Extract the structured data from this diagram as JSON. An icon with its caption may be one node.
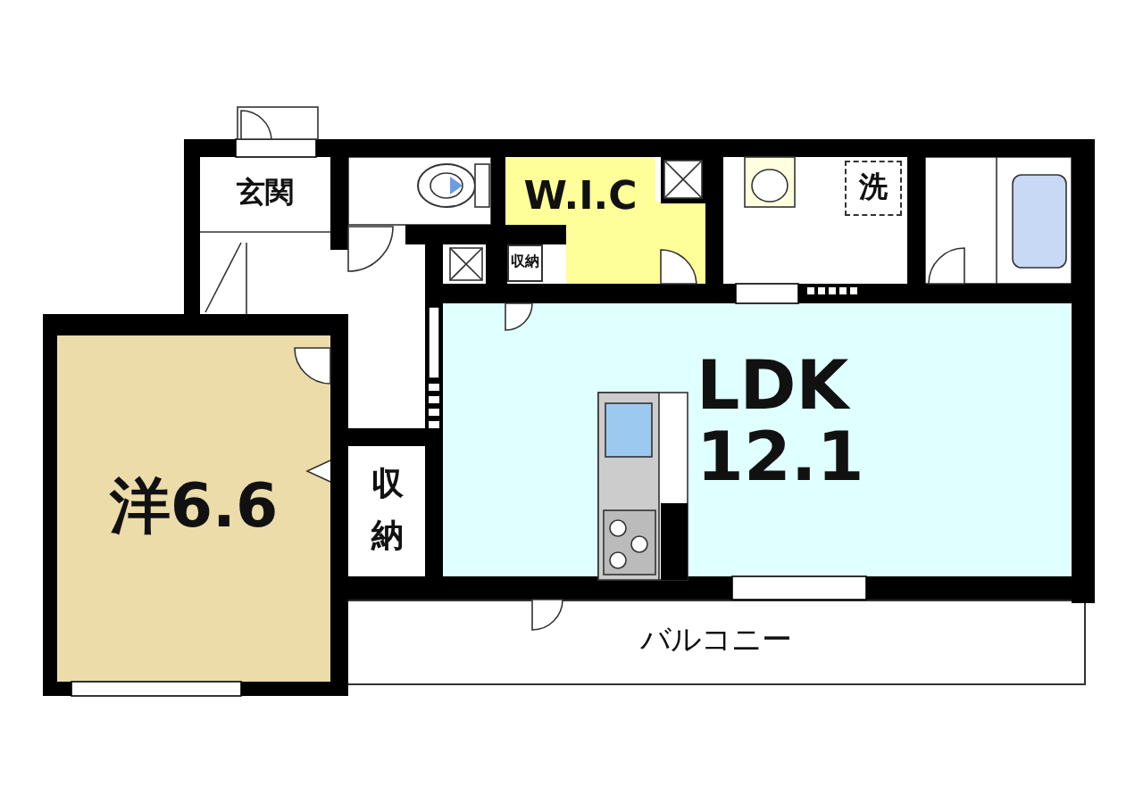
{
  "diagram": {
    "nodes": [
      {
        "text": [
          "玄関"
        ]
      },
      {
        "text": [
          "W.I.C"
        ]
      },
      {
        "text": [
          "洗"
        ]
      },
      {
        "text": [
          "収納"
        ]
      },
      {
        "text": [
          "洋6.6"
        ]
      },
      {
        "text": [
          "収納"
        ]
      },
      {
        "text": [
          "LDK 12.1"
        ]
      },
      {
        "text": [
          "バルコニー"
        ]
      }
    ]
  }
}
